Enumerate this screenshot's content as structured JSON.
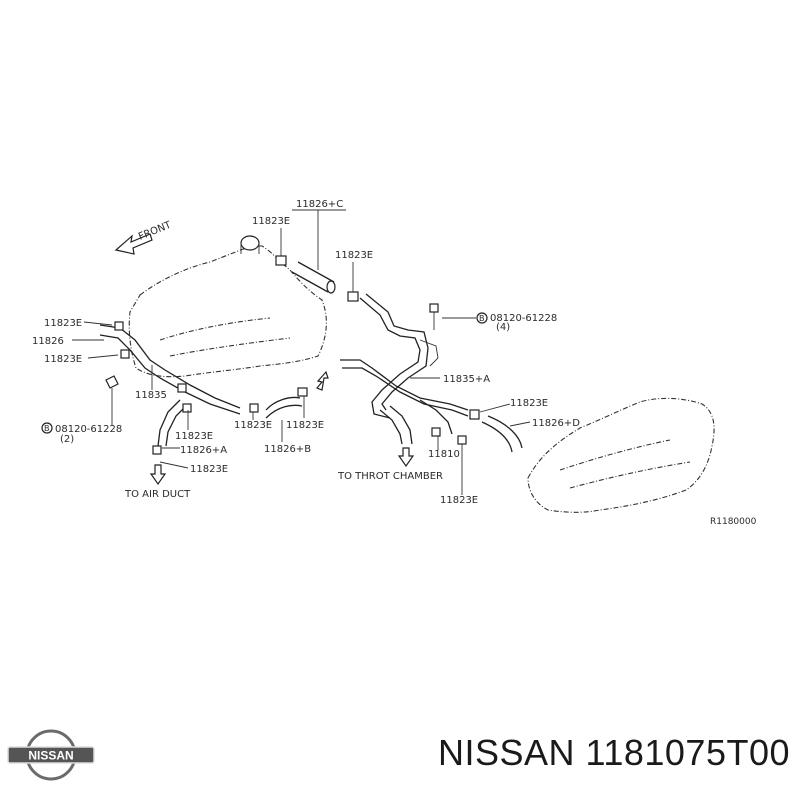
{
  "diagram": {
    "labels": {
      "front": "FRONT",
      "l_11826c": "11826+C",
      "l_11823e_top": "11823E",
      "l_11823e_right": "11823E",
      "l_11823e_left1": "11823E",
      "l_11826": "11826",
      "l_11823e_left2": "11823E",
      "l_11835": "11835",
      "l_bolt_left_num": "08120-61228",
      "l_bolt_left_qty": "(2)",
      "l_11823e_mid1": "11823E",
      "l_11826a": "11826+A",
      "l_11823e_low": "11823E",
      "l_11823e_mid2": "11823E",
      "l_11823e_mid3": "11823E",
      "l_11826b": "11826+B",
      "l_to_air_duct": "TO AIR DUCT",
      "l_bolt_right_num": "08120-61228",
      "l_bolt_right_qty": "(4)",
      "l_11835a": "11835+A",
      "l_11823e_r1": "11823E",
      "l_11826d": "11826+D",
      "l_11810": "11810",
      "l_to_throt": "TO THROT CHAMBER",
      "l_11823e_r2": "11823E",
      "ref_code": "R1180000",
      "bolt_symbol": "B"
    }
  },
  "footer": {
    "brand_logo_text": "NISSAN",
    "caption": "NISSAN 1181075T00"
  }
}
